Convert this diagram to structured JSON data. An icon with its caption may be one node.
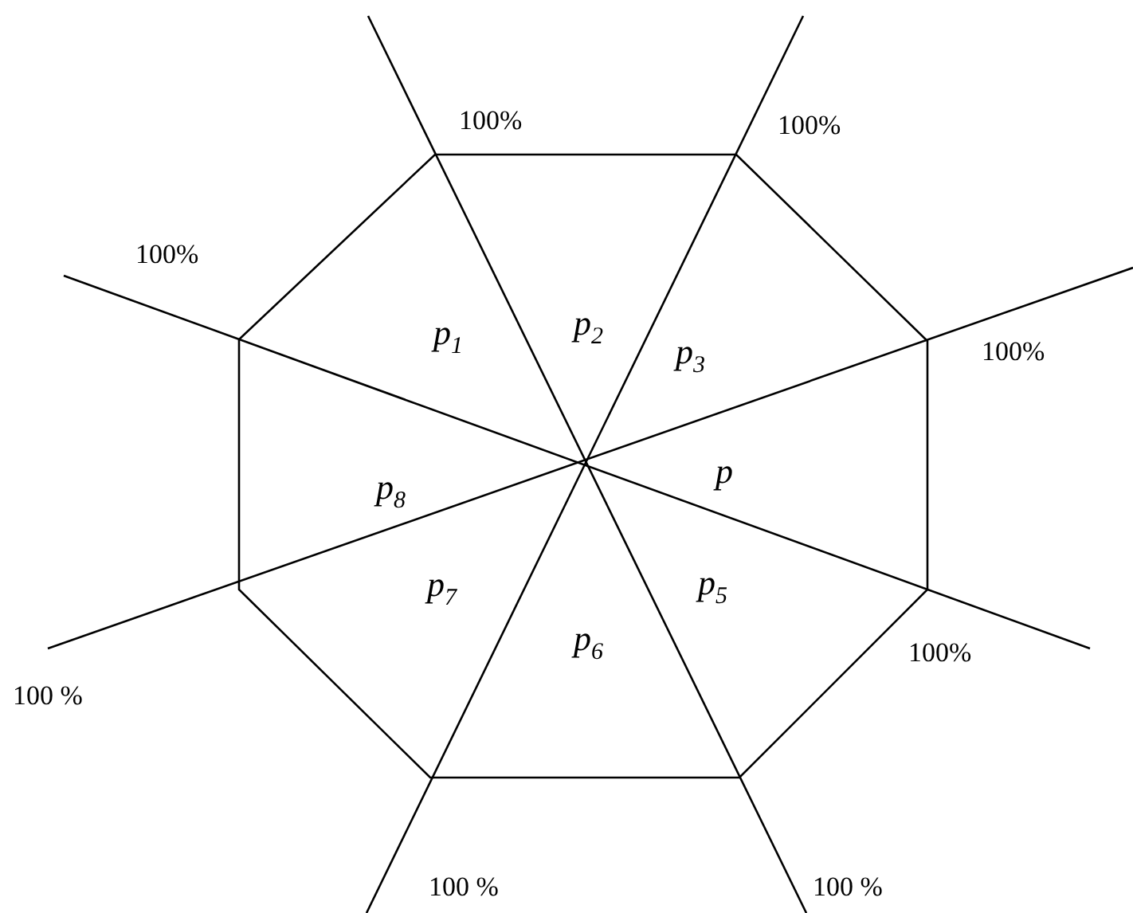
{
  "diagram": {
    "labels": [
      "100%",
      "100%",
      "100%",
      "p$_{1}$",
      "p$_{2}$",
      "p$_{3}$",
      "100%",
      "p$_{8}$",
      "p",
      "p$_{7}$",
      "p$_{5}$",
      "p$_{6}$",
      "100%",
      "100 %",
      "100 %",
      "100 %"
    ]
  }
}
